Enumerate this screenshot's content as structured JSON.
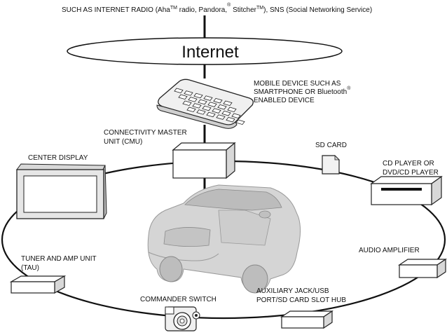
{
  "labels": {
    "internet_sources_prefix": "SUCH AS INTERNET RADIO (Aha",
    "internet_sources_tm": "TM",
    "internet_sources_mid": " radio, Pandora,",
    "internet_sources_reg": "®",
    "internet_sources_mid2": " Stitcher",
    "internet_sources_tm2": "TM",
    "internet_sources_suffix": "), SNS (Social Networking Service)",
    "internet": "Internet",
    "mobile_device_line1": "MOBILE DEVICE SUCH AS",
    "mobile_device_line2": "SMARTPHONE OR Bluetooth",
    "mobile_device_reg": "®",
    "mobile_device_line3": "ENABLED DEVICE",
    "cmu_line1": "CONNECTIVITY MASTER",
    "cmu_line2": "UNIT (CMU)",
    "sd_card": "SD CARD",
    "center_display": "CENTER DISPLAY",
    "cd_player_line1": "CD PLAYER OR",
    "cd_player_line2": "DVD/CD PLAYER",
    "tuner_line1": "TUNER AND AMP UNIT",
    "tuner_line2": "(TAU)",
    "audio_amplifier": "AUDIO AMPLIFIER",
    "commander_switch": "COMMANDER SWITCH",
    "aux_line1": "AUXILIARY JACK/USB",
    "aux_line2": "PORT/SD CARD SLOT HUB"
  }
}
